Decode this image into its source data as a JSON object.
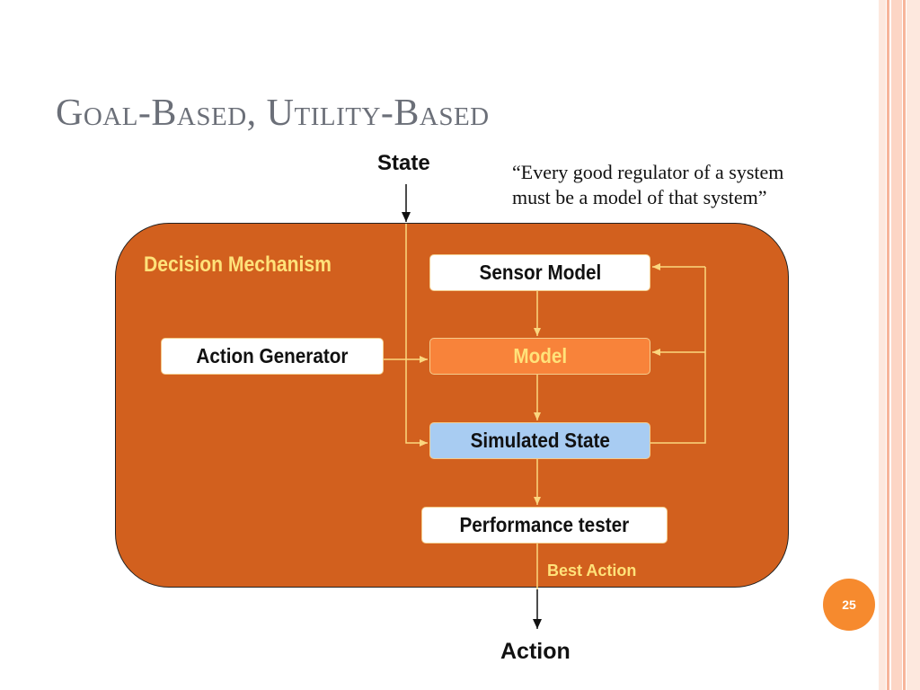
{
  "slide": {
    "title": "Goal-Based, Utility-Based",
    "page_number": "25"
  },
  "quote": {
    "line1": "“Every good regulator of a system",
    "line2": "must be a model of that system”"
  },
  "diagram": {
    "input_label": "State",
    "output_label": "Action",
    "container_label": "Decision Mechanism",
    "nodes": {
      "sensor_model": "Sensor Model",
      "model": "Model",
      "simulated_state": "Simulated State",
      "performance_tester": "Performance tester",
      "action_generator": "Action Generator"
    },
    "edge_label_best_action": "Best Action"
  },
  "colors": {
    "mechanism_fill": "#d2601e",
    "accent_yellow": "#ffe27a",
    "model_fill": "#f8833a",
    "simulated_fill": "#a8ccf2",
    "arrow": "#fbd77f",
    "title_gray": "#6b6f78",
    "badge": "#f68a2e"
  }
}
